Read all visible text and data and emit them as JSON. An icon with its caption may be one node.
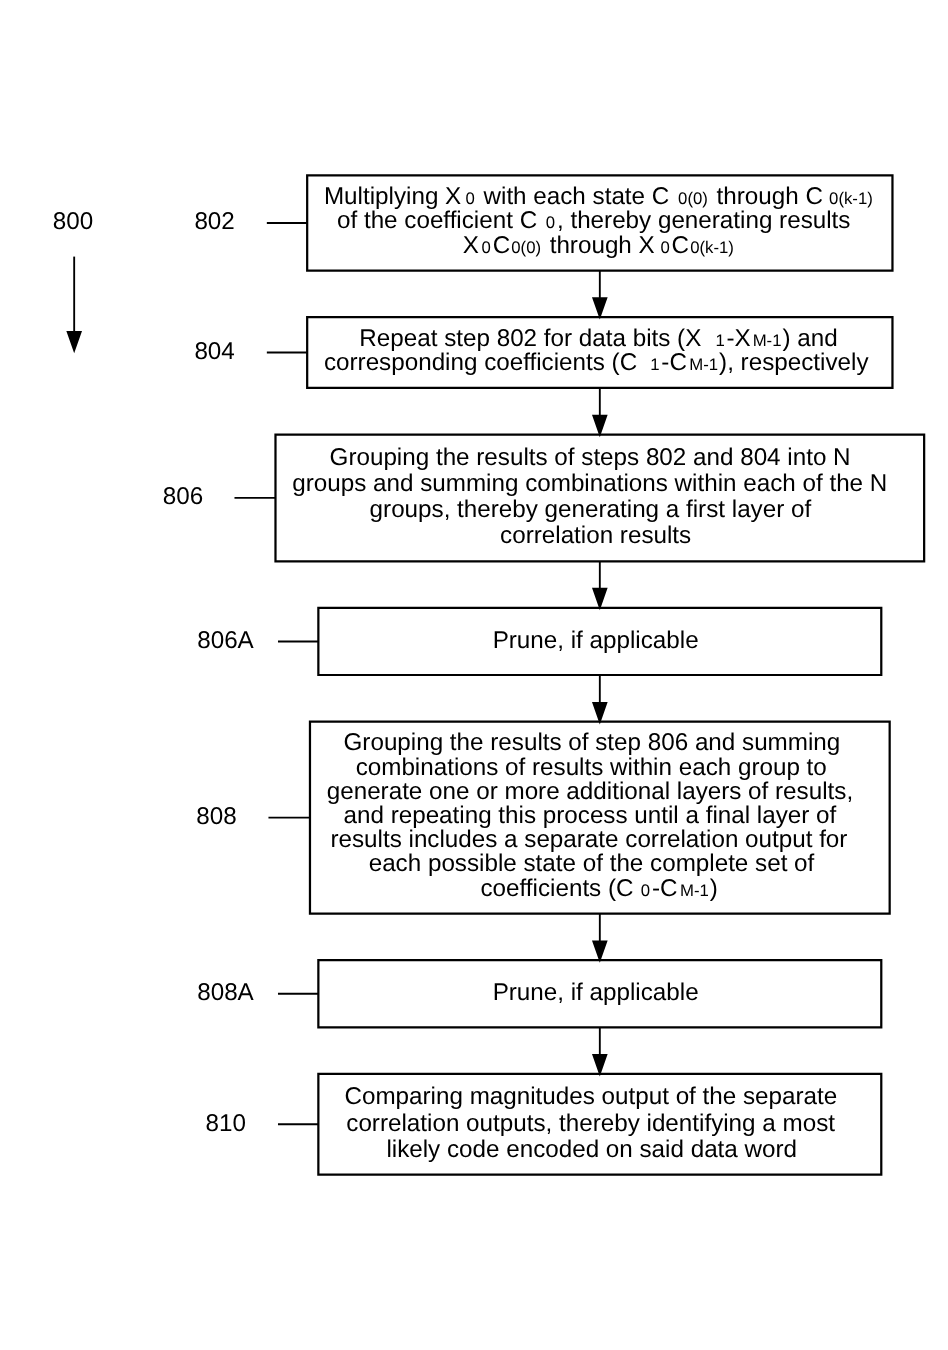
{
  "diagram": {
    "nodes": [
      {
        "text": [
          "800"
        ]
      },
      {
        "text": [
          "802"
        ]
      },
      {
        "text": [
          "Multiplying X$_{0}$ with each state C$_{0(0)}$ through C$_{0(k-1)}$ of the coefficient C$_{0}$, thereby generating results X$_{0}$C$_{0(0)}$ through X$_{0}$C$_{0(k-1)}$"
        ]
      },
      {
        "text": [
          "804"
        ]
      },
      {
        "text": [
          "Repeat step 802 for data bits (X$_{1}$-X$_{M-1}$) and corresponding coefficients (C$_{1}$-C$_{M-1}$), respectively"
        ]
      },
      {
        "text": [
          "806"
        ]
      },
      {
        "text": [
          "Grouping the results of steps 802 and 804 into N groups and summing combinations within each of the N groups, thereby generating a first layer of correlation results"
        ]
      },
      {
        "text": [
          "806A"
        ]
      },
      {
        "text": [
          "Prune, if applicable"
        ]
      },
      {
        "text": [
          "808"
        ]
      },
      {
        "text": [
          "Grouping the results of step 806 and summing combinations of results within each group to generate one or more additional layers of results, and repeating this process until a final layer of results includes a separate correlation output for each possible state of the complete set of coefficients (C$_{0}$-C$_{M-1}$)"
        ]
      },
      {
        "text": [
          "808A"
        ]
      },
      {
        "text": [
          "Prune, if applicable"
        ]
      },
      {
        "text": [
          "810"
        ]
      },
      {
        "text": [
          "Comparing magnitudes output of the separate correlation outputs, thereby identifying a most likely code encoded on said data word"
        ]
      }
    ],
    "edges": [
      {
        "from": 0,
        "to": null,
        "arrow": "to"
      },
      {
        "from": 1,
        "to": 2,
        "arrow": "none"
      },
      {
        "from": 2,
        "to": 4,
        "arrow": "to"
      },
      {
        "from": 3,
        "to": 4,
        "arrow": "none"
      },
      {
        "from": 4,
        "to": 6,
        "arrow": "to"
      },
      {
        "from": 5,
        "to": 6,
        "arrow": "none"
      },
      {
        "from": 6,
        "to": 8,
        "arrow": "to"
      },
      {
        "from": 7,
        "to": 8,
        "arrow": "none"
      },
      {
        "from": 8,
        "to": 10,
        "arrow": "to"
      },
      {
        "from": 9,
        "to": 10,
        "arrow": "none"
      },
      {
        "from": 10,
        "to": 12,
        "arrow": "to"
      },
      {
        "from": 11,
        "to": 12,
        "arrow": "none"
      },
      {
        "from": 12,
        "to": 14,
        "arrow": "to"
      },
      {
        "from": 13,
        "to": 14,
        "arrow": "none"
      }
    ]
  }
}
